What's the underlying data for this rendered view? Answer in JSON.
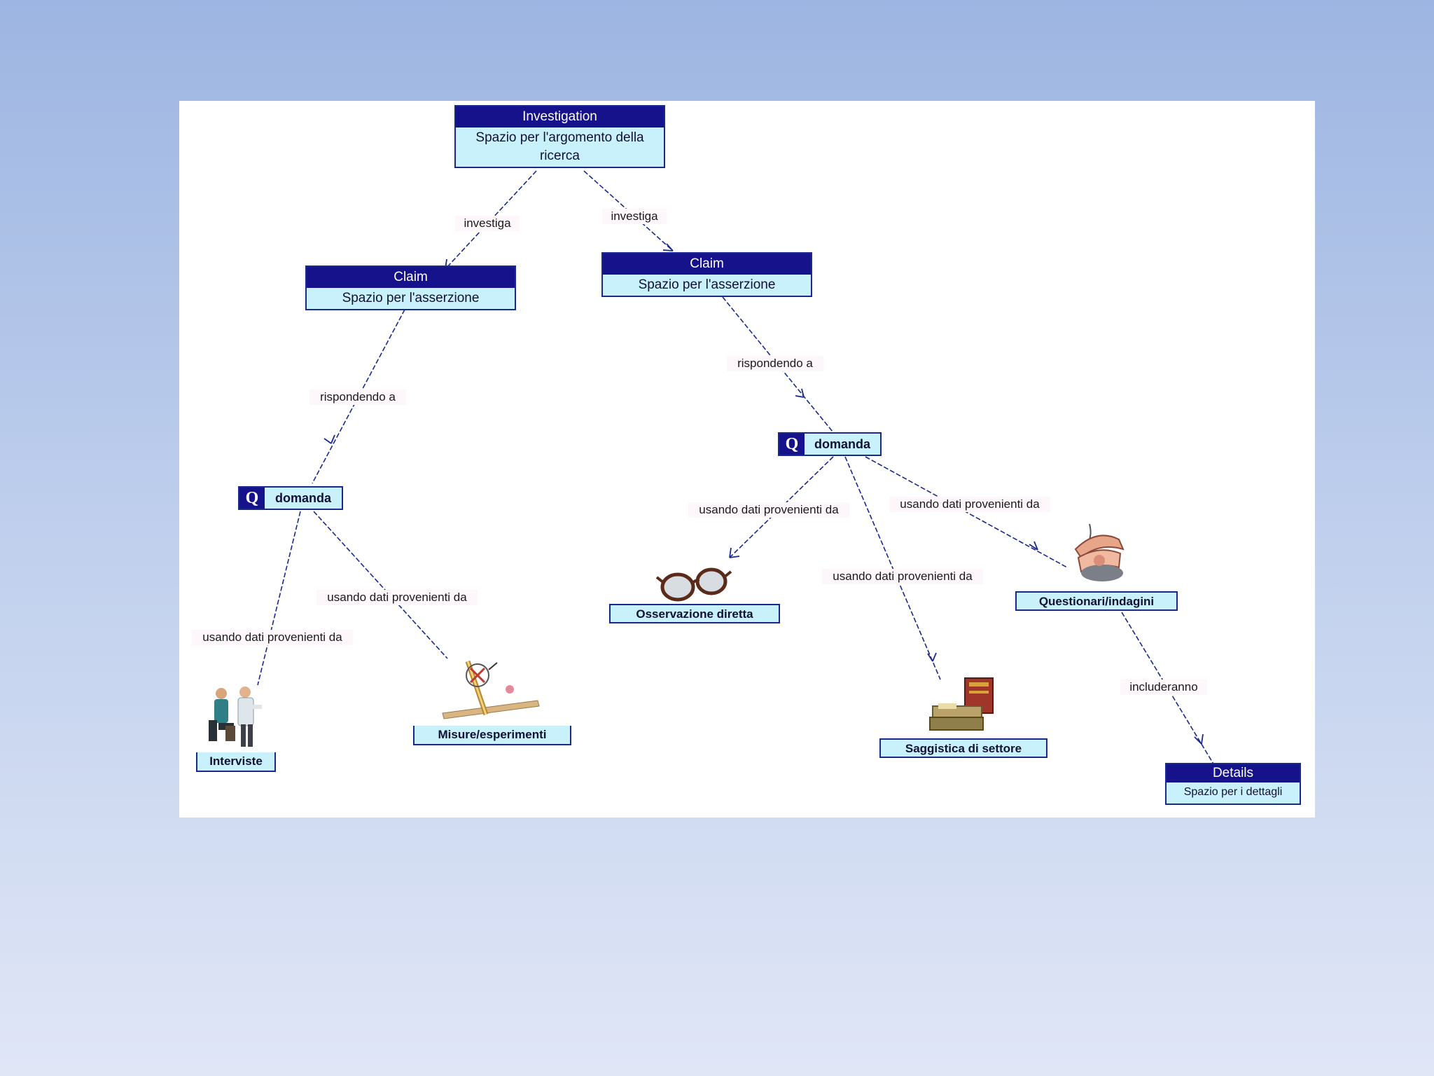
{
  "investigation": {
    "header": "Investigation",
    "body": "Spazio per l'argomento della ricerca"
  },
  "claim_left": {
    "header": "Claim",
    "body": "Spazio per l'asserzione"
  },
  "claim_right": {
    "header": "Claim",
    "body": "Spazio per l'asserzione"
  },
  "question_left": {
    "icon": "Q",
    "label": "domanda"
  },
  "question_right": {
    "icon": "Q",
    "label": "domanda"
  },
  "details": {
    "header": "Details",
    "body": "Spazio per i dettagli"
  },
  "resources": {
    "interviews": "Interviste",
    "measurements": "Misure/esperimenti",
    "observation": "Osservazione diretta",
    "sector_literature": "Saggistica di settore",
    "questionnaires": "Questionari/indagini"
  },
  "link_labels": {
    "investiga_left": "investiga",
    "investiga_right": "investiga",
    "rispondendo_left": "rispondendo a",
    "rispondendo_right": "rispondendo a",
    "usando_dati": "usando dati provenienti da",
    "includeranno": "includeranno"
  },
  "icons": [
    "interview-people-icon",
    "measurement-tools-icon",
    "glasses-icon",
    "books-icon",
    "telephone-icon"
  ]
}
